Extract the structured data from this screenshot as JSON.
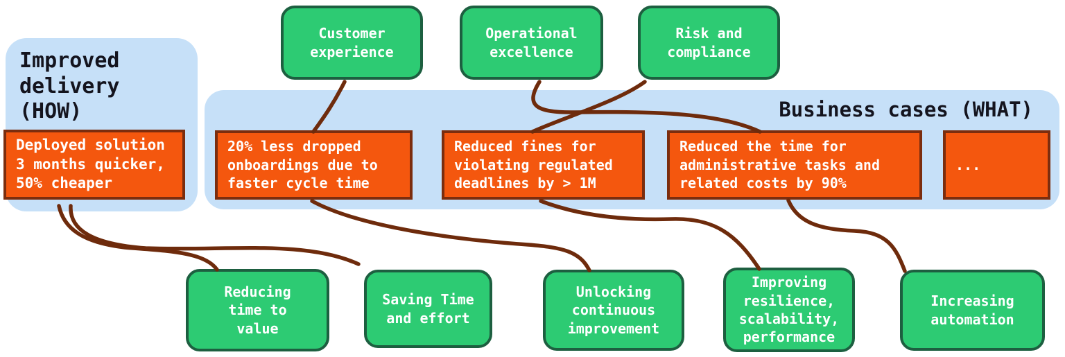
{
  "strategic_drivers": {
    "items": [
      {
        "label": "Customer\nexperience"
      },
      {
        "label": "Operational\nexcellence"
      },
      {
        "label": "Risk and\ncompliance"
      }
    ]
  },
  "improved_delivery": {
    "title": "Improved\ndelivery\n(HOW)",
    "case": {
      "label": "Deployed solution\n3 months quicker,\n50% cheaper"
    }
  },
  "business_cases": {
    "title": "Business cases (WHAT)",
    "cases": [
      {
        "label": "20% less dropped\nonboardings due to\nfaster cycle time"
      },
      {
        "label": "Reduced fines for\nviolating regulated\ndeadlines by > 1M"
      },
      {
        "label": "Reduced the time for\nadministrative tasks and\nrelated costs by 90%"
      },
      {
        "label": "..."
      }
    ]
  },
  "benefits": {
    "items": [
      {
        "label": "Reducing\ntime to\nvalue"
      },
      {
        "label": "Saving Time\nand effort"
      },
      {
        "label": "Unlocking\ncontinuous\nimprovement"
      },
      {
        "label": "Improving\nresilience,\nscalability,\nperformance"
      },
      {
        "label": "Increasing\nautomation"
      }
    ]
  },
  "connections": [
    {
      "from": "customer-experience",
      "to": "case-dropped-onboardings"
    },
    {
      "from": "operational-excellence",
      "to": "case-admin-tasks"
    },
    {
      "from": "risk-and-compliance",
      "to": "case-reduced-fines"
    },
    {
      "from": "deployed-solution",
      "to": "benefit-reducing-time-to-value"
    },
    {
      "from": "deployed-solution",
      "to": "benefit-saving-time-and-effort"
    },
    {
      "from": "case-dropped-onboardings",
      "to": "benefit-unlocking-continuous-improvement"
    },
    {
      "from": "case-reduced-fines",
      "to": "benefit-improving-resilience"
    },
    {
      "from": "case-admin-tasks",
      "to": "benefit-increasing-automation"
    }
  ],
  "colors": {
    "node_green": "#2dcb73",
    "node_green_border": "#1d5f40",
    "case_orange": "#f4570e",
    "case_orange_border": "#7b2d0e",
    "container_blue": "#c6e0f8",
    "connector_brown": "#6e2b0c",
    "title_text": "#14141e",
    "node_text": "#ffffff",
    "background": "#ffffff"
  }
}
